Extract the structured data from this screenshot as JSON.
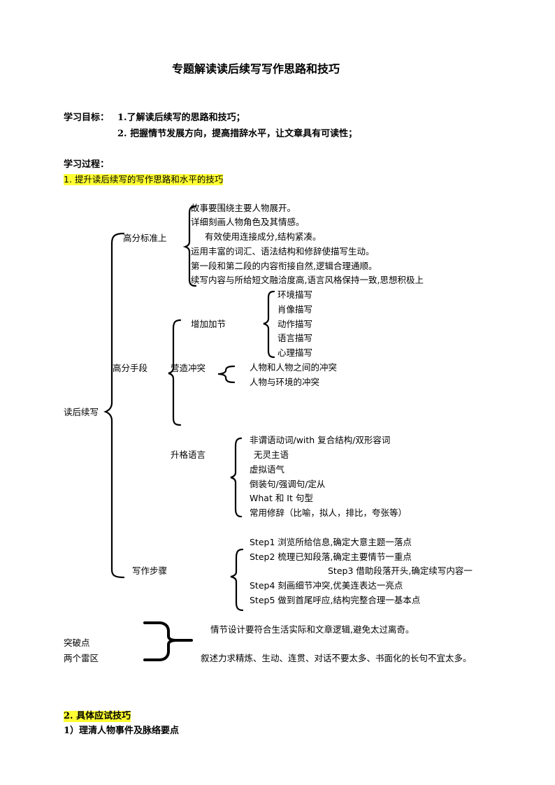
{
  "title": "专题解读读后续写写作思路和技巧",
  "objectives": {
    "label": "学习目标：",
    "item1": "1.了解读后续写的思路和技巧；",
    "item2": "2. 把握情节发展方向，提高措辞水平，让文章具有可读性；"
  },
  "process_label": "学习过程：",
  "section1_heading": "1. 提升读后续写的写作思路和水平的技巧",
  "mindmap": {
    "root": "读后续写",
    "high_score_standard": {
      "label": "高分标准上",
      "items": [
        "故事要围绕主要人物展开。",
        "详细刻画人物角色及其情感。",
        "有效使用连接成分,结构紧凑。",
        "运用丰富的词汇、语法结构和修辞使描写生动。",
        "第一段和第二段的内容衔接自然,逻辑合理通顺。",
        "续写内容与所给短文融洽度高,语言风格保持一致,思想积极上"
      ]
    },
    "high_score_means": {
      "label": "高分手段",
      "add_details": {
        "label": "增加加节",
        "items": [
          "环境描写",
          "肖像描写",
          "动作描写",
          "语言描写",
          "心理描写"
        ]
      },
      "create_conflict": {
        "label": "营造冲突",
        "items": [
          "人物和人物之间的冲突",
          "人物与环境的冲突"
        ]
      },
      "upgrade_language": {
        "label": "升格语言",
        "items": [
          "非谓语动词/with  复合结构/双形容词",
          "无灵主语",
          "虚拟语气",
          "倒装句/强调句/定从",
          "What 和  It 句型",
          "常用修辞（比喻，拟人，排比，夸张等）"
        ]
      }
    },
    "writing_steps": {
      "label": "写作步骤",
      "items": [
        "Step1 浏览所给信息,确定大意主题一落点",
        "Step2 梳理已知段落,确定主要情节一重点",
        "Step3 借助段落开头,确定续写内容一",
        "Step4 刻画细节冲突,优美连表达一亮点",
        "Step5 做到首尾呼应,结构完整合理一基本点"
      ]
    }
  },
  "breakthrough": {
    "label1": "突破点",
    "label2": "两个雷区",
    "items": [
      "情节设计要符合生活实际和文章逻辑,避免太过离奇。",
      "叙述力求精炼、生动、连贯、对话不要太多、书面化的长句不宜太多。"
    ]
  },
  "section2_heading": "2. 具体应试技巧",
  "section2_sub": "1）理清人物事件及脉络要点"
}
